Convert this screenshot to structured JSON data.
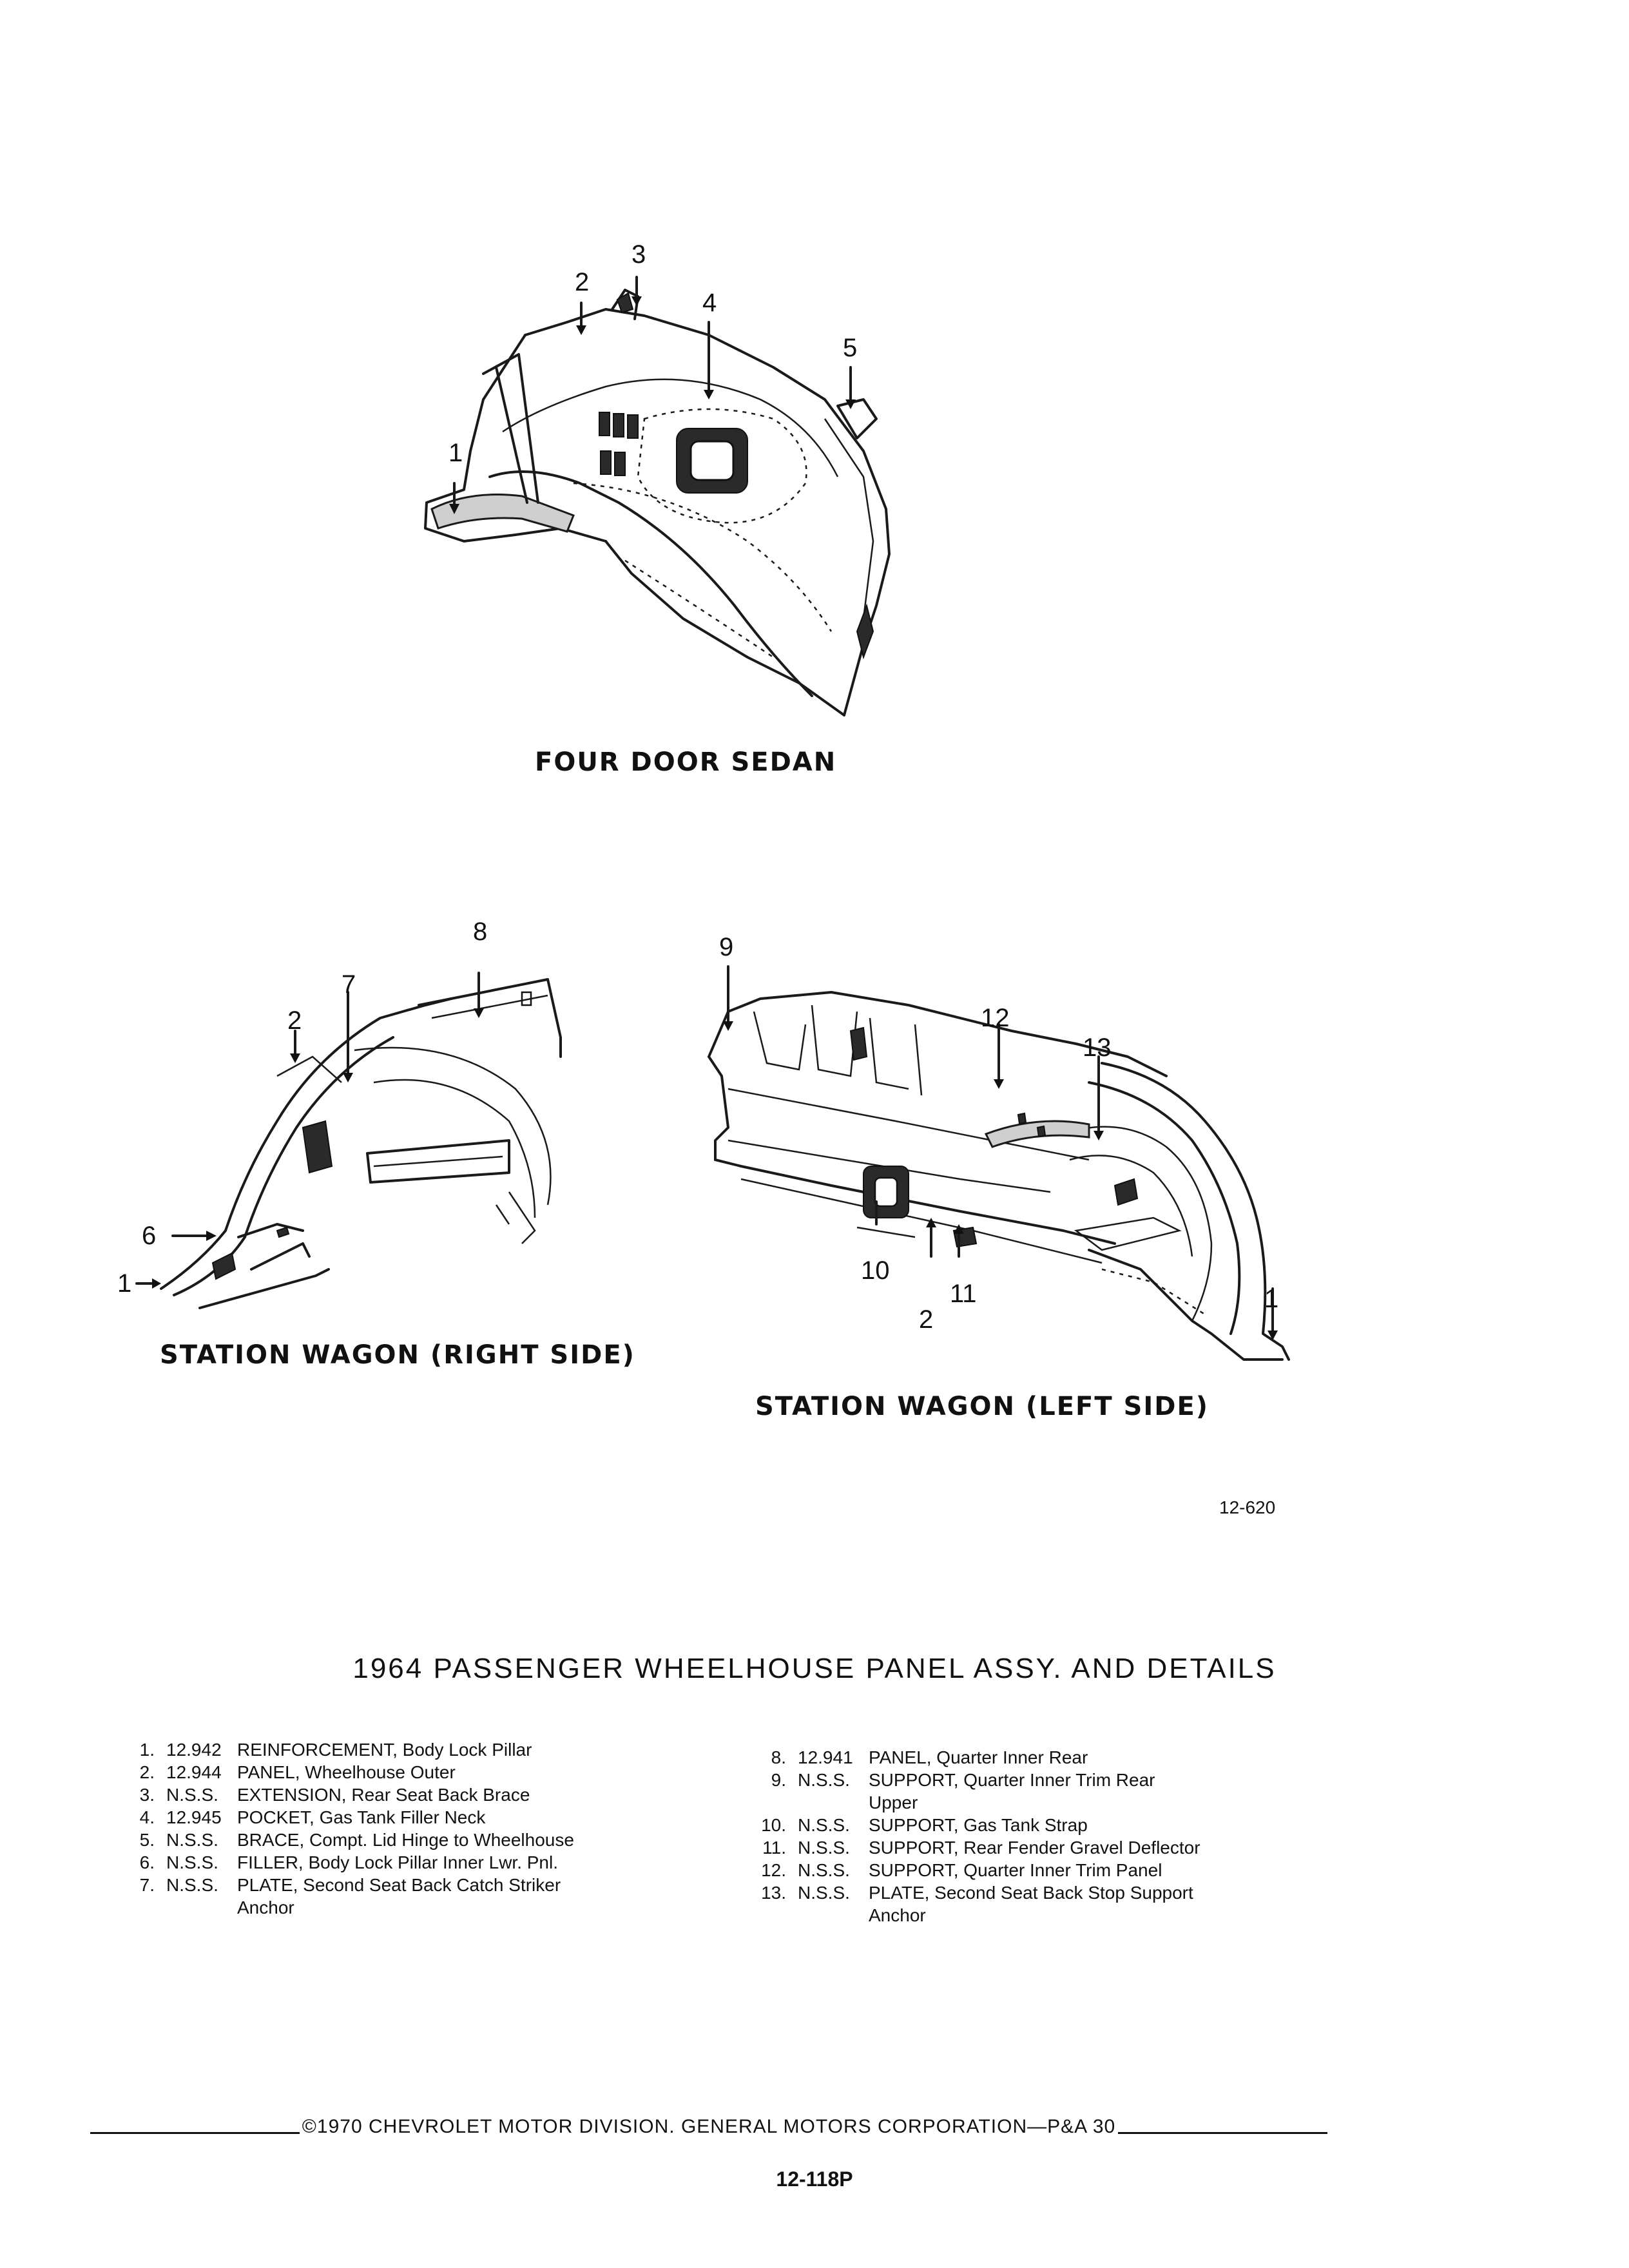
{
  "figures": {
    "sedan": {
      "caption": "FOUR DOOR SEDAN",
      "callouts": [
        "3",
        "2",
        "4",
        "5",
        "1"
      ]
    },
    "wagon_right": {
      "caption": "STATION WAGON (RIGHT SIDE)",
      "callouts": [
        "8",
        "7",
        "2",
        "6",
        "1"
      ]
    },
    "wagon_left": {
      "caption": "STATION WAGON (LEFT SIDE)",
      "callouts": [
        "9",
        "12",
        "13",
        "10",
        "2",
        "11",
        "1"
      ]
    },
    "figure_number": "12-620"
  },
  "title": "1964 PASSENGER WHEELHOUSE PANEL ASSY. AND DETAILS",
  "parts_left": [
    {
      "num": "1.",
      "code": "12.942",
      "desc": "REINFORCEMENT, Body Lock Pillar"
    },
    {
      "num": "2.",
      "code": "12.944",
      "desc": "PANEL, Wheelhouse Outer"
    },
    {
      "num": "3.",
      "code": "N.S.S.",
      "desc": "EXTENSION, Rear Seat Back Brace"
    },
    {
      "num": "4.",
      "code": "12.945",
      "desc": "POCKET, Gas Tank Filler Neck"
    },
    {
      "num": "5.",
      "code": "N.S.S.",
      "desc": "BRACE, Compt. Lid Hinge to Wheelhouse"
    },
    {
      "num": "6.",
      "code": "N.S.S.",
      "desc": "FILLER, Body Lock Pillar Inner Lwr. Pnl."
    },
    {
      "num": "7.",
      "code": "N.S.S.",
      "desc": "PLATE, Second Seat Back Catch Striker",
      "desc2": "Anchor"
    }
  ],
  "parts_right": [
    {
      "num": "8.",
      "code": "12.941",
      "desc": "PANEL, Quarter Inner Rear"
    },
    {
      "num": "9.",
      "code": "N.S.S.",
      "desc": "SUPPORT, Quarter Inner Trim Rear",
      "desc2": "Upper"
    },
    {
      "num": "10.",
      "code": "N.S.S.",
      "desc": "SUPPORT, Gas Tank Strap"
    },
    {
      "num": "11.",
      "code": "N.S.S.",
      "desc": "SUPPORT, Rear Fender Gravel Deflector"
    },
    {
      "num": "12.",
      "code": "N.S.S.",
      "desc": "SUPPORT, Quarter Inner Trim Panel"
    },
    {
      "num": "13.",
      "code": "N.S.S.",
      "desc": "PLATE, Second Seat Back Stop Support",
      "desc2": "Anchor"
    }
  ],
  "footer": {
    "text": "©1970 CHEVROLET MOTOR DIVISION. GENERAL MOTORS CORPORATION—P&A 30"
  },
  "page_number": "12-118P"
}
